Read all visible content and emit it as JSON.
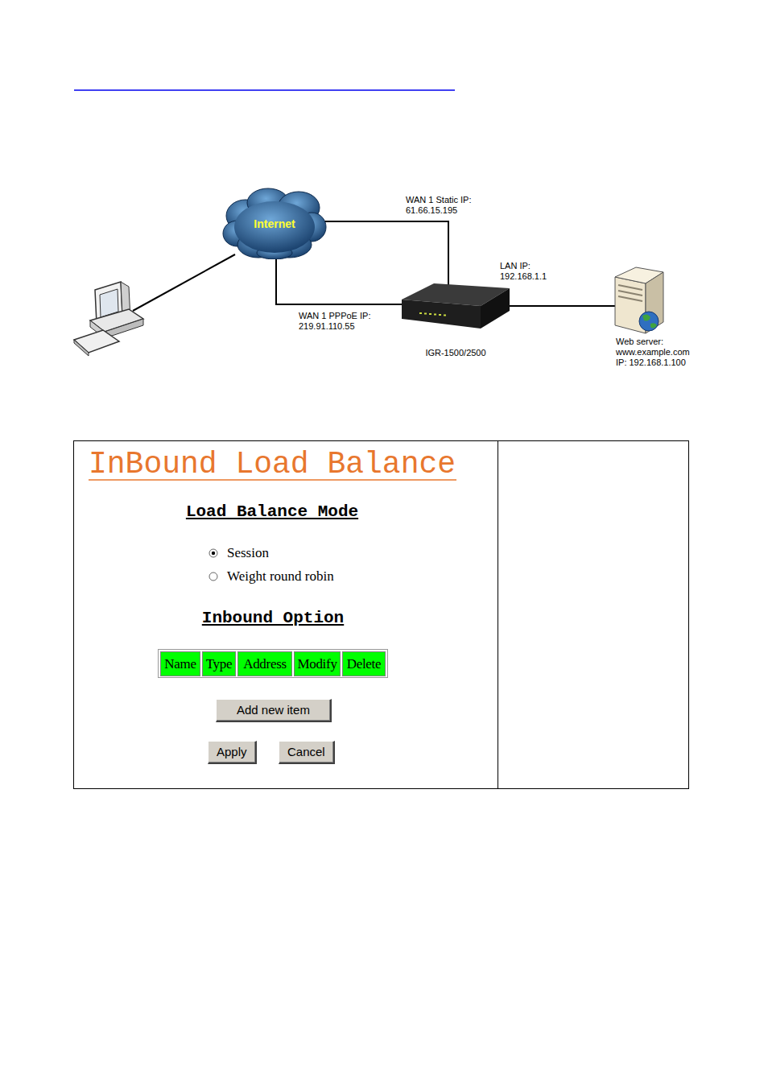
{
  "diagram": {
    "nodes": [
      {
        "text": [
          "Internet"
        ]
      },
      {
        "text": [
          "IGR-1500/2500"
        ]
      },
      {
        "text": [
          "Web server: www.example.com IP: 192.168.1.100"
        ]
      },
      {
        "text": [
          "Add new item"
        ]
      },
      {
        "text": [
          "Apply"
        ]
      },
      {
        "text": [
          "Cancel"
        ]
      }
    ],
    "edges": [
      {
        "from": 0,
        "to": 1,
        "label": "WAN 1 Static IP: 61.66.15.195",
        "arrow": "none"
      },
      {
        "from": 0,
        "to": 1,
        "label": "WAN 1 PPPoE IP: 219.91.110.55",
        "arrow": "none"
      },
      {
        "from": 1,
        "to": 2,
        "label": "LAN IP: 192.168.1.1",
        "arrow": "none"
      }
    ],
    "labels": [
      "InBound Load Balance",
      "Load Balance Mode",
      "Session",
      "Weight round robin",
      "Inbound Option",
      "Name",
      "Type",
      "Address",
      "Modify",
      "Delete"
    ]
  }
}
